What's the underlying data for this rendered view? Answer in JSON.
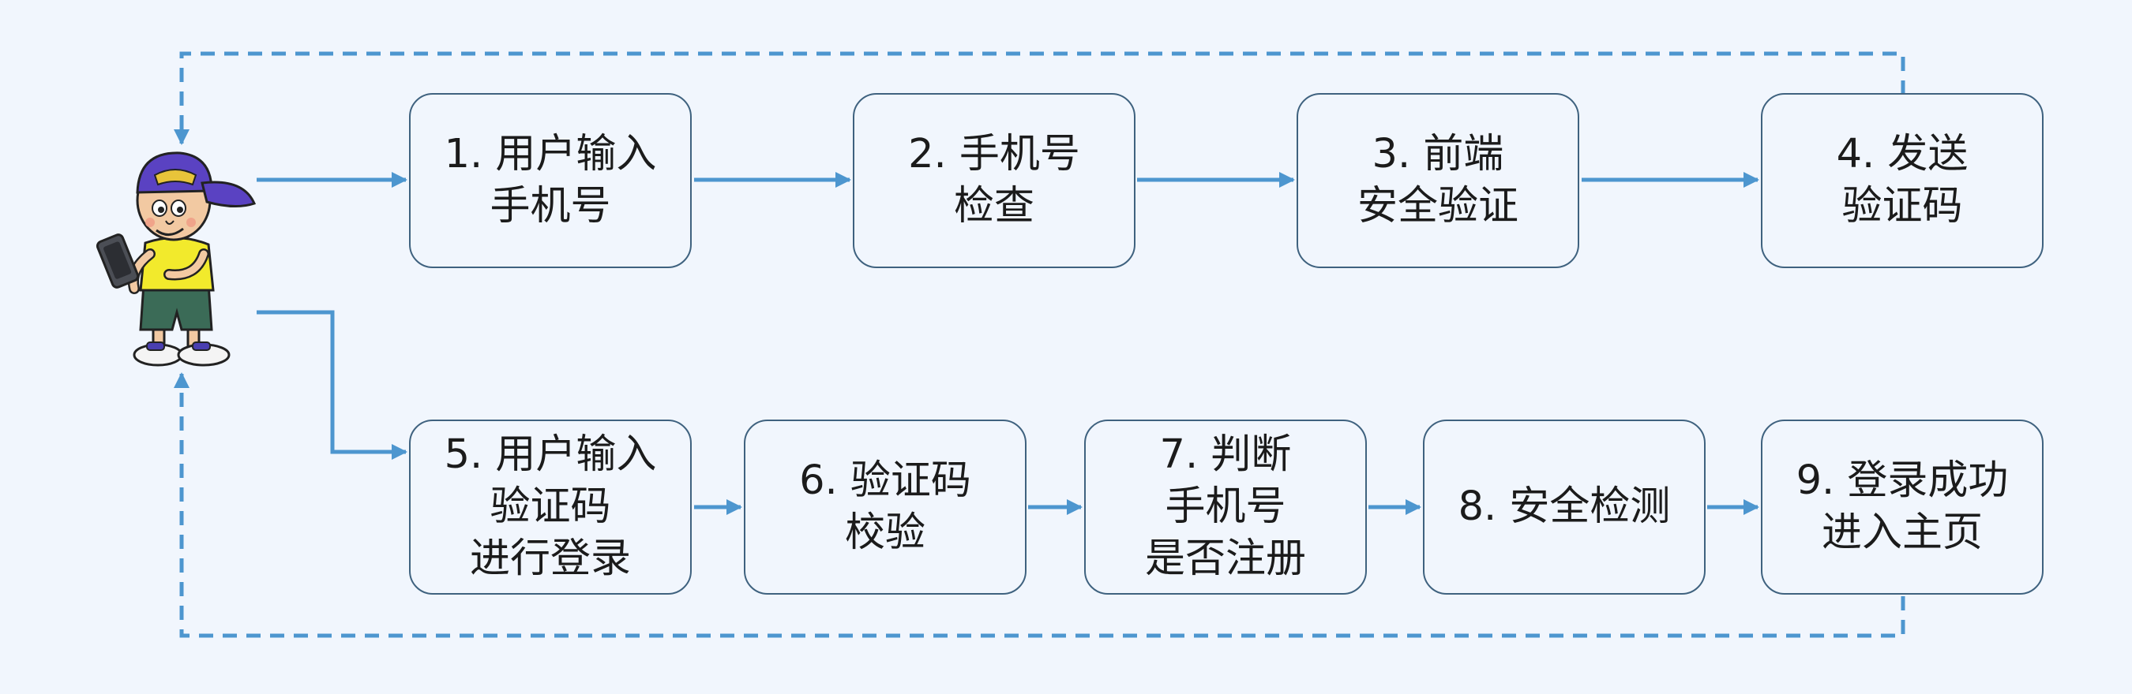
{
  "colors": {
    "background": "#f1f6fd",
    "box_border": "#3f627f",
    "arrow": "#4d96cf",
    "text": "#1b1b1b"
  },
  "actor": {
    "icon": "user-with-phone-cartoon-icon"
  },
  "steps": [
    {
      "id": "step-1",
      "text": "1. 用户输入\n手机号"
    },
    {
      "id": "step-2",
      "text": "2. 手机号\n检查"
    },
    {
      "id": "step-3",
      "text": "3. 前端\n安全验证"
    },
    {
      "id": "step-4",
      "text": "4. 发送\n验证码"
    },
    {
      "id": "step-5",
      "text": "5. 用户输入\n验证码\n进行登录"
    },
    {
      "id": "step-6",
      "text": "6. 验证码\n校验"
    },
    {
      "id": "step-7",
      "text": "7. 判断\n手机号\n是否注册"
    },
    {
      "id": "step-8",
      "text": "8. 安全检测"
    },
    {
      "id": "step-9",
      "text": "9. 登录成功\n进入主页"
    }
  ],
  "connections": [
    {
      "from": "user",
      "to": "step-1",
      "style": "solid"
    },
    {
      "from": "step-1",
      "to": "step-2",
      "style": "solid"
    },
    {
      "from": "step-2",
      "to": "step-3",
      "style": "solid"
    },
    {
      "from": "step-3",
      "to": "step-4",
      "style": "solid"
    },
    {
      "from": "step-4",
      "to": "user",
      "style": "dashed"
    },
    {
      "from": "user",
      "to": "step-5",
      "style": "solid"
    },
    {
      "from": "step-5",
      "to": "step-6",
      "style": "solid"
    },
    {
      "from": "step-6",
      "to": "step-7",
      "style": "solid"
    },
    {
      "from": "step-7",
      "to": "step-8",
      "style": "solid"
    },
    {
      "from": "step-8",
      "to": "step-9",
      "style": "solid"
    },
    {
      "from": "step-9",
      "to": "user",
      "style": "dashed"
    }
  ]
}
